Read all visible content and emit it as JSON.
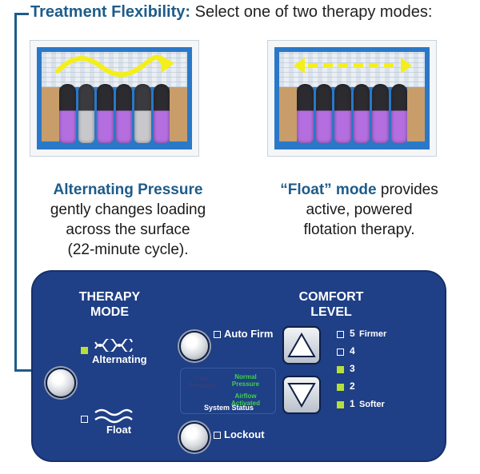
{
  "header": {
    "lead": "Treatment Flexibility:",
    "rest": " Select one of two therapy modes:"
  },
  "left_caption": {
    "title": "Alternating Pressure",
    "lines": [
      "gently changes loading",
      "across the surface",
      "(22-minute cycle)."
    ]
  },
  "right_caption": {
    "title": "“Float” mode",
    "title_rest": " provides",
    "lines": [
      "active, powered",
      "flotation therapy."
    ]
  },
  "panel": {
    "therapy_mode_title": [
      "THERAPY",
      "MODE"
    ],
    "comfort_level_title": [
      "COMFORT",
      "LEVEL"
    ],
    "modes": [
      {
        "label": "Alternating",
        "active": true,
        "icon": "alternating-wave-icon"
      },
      {
        "label": "Float",
        "active": false,
        "icon": "float-wave-icon"
      }
    ],
    "auto_firm_label": "Auto Firm",
    "lockout_label": "Lockout",
    "status": {
      "low_pressure": "Low Pressure",
      "normal_pressure": "Normal Pressure",
      "airflow_activated": "Airflow Activated",
      "label": "System Status"
    },
    "comfort_levels": [
      {
        "level": "5",
        "note": "Firmer",
        "active": false
      },
      {
        "level": "4",
        "note": "",
        "active": false
      },
      {
        "level": "3",
        "note": "",
        "active": true
      },
      {
        "level": "2",
        "note": "",
        "active": true
      },
      {
        "level": "1",
        "note": "Softer",
        "active": true
      }
    ],
    "colors": {
      "panel": "#1f3f86",
      "indicator_on": "#b7df3a",
      "status_green": "#3fd24a",
      "accent_blue": "#1d5c8a"
    }
  }
}
